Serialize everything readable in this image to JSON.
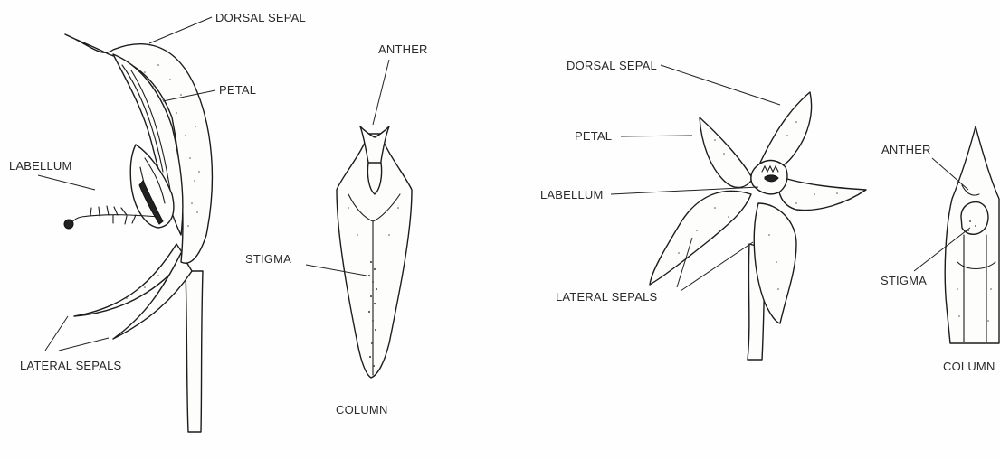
{
  "labels": {
    "left": {
      "dorsal_sepal": "DORSAL SEPAL",
      "petal": "PETAL",
      "labellum": "LABELLUM",
      "lateral_sepals": "LATERAL SEPALS",
      "anther": "ANTHER",
      "stigma": "STIGMA",
      "column": "COLUMN"
    },
    "right": {
      "dorsal_sepal": "DORSAL SEPAL",
      "petal": "PETAL",
      "labellum": "LABELLUM",
      "lateral_sepals": "LATERAL SEPALS",
      "anther": "ANTHER",
      "stigma": "STIGMA",
      "column": "COLUMN"
    }
  },
  "colors": {
    "ink": "#1c1c1c",
    "paper": "#fefefe"
  }
}
